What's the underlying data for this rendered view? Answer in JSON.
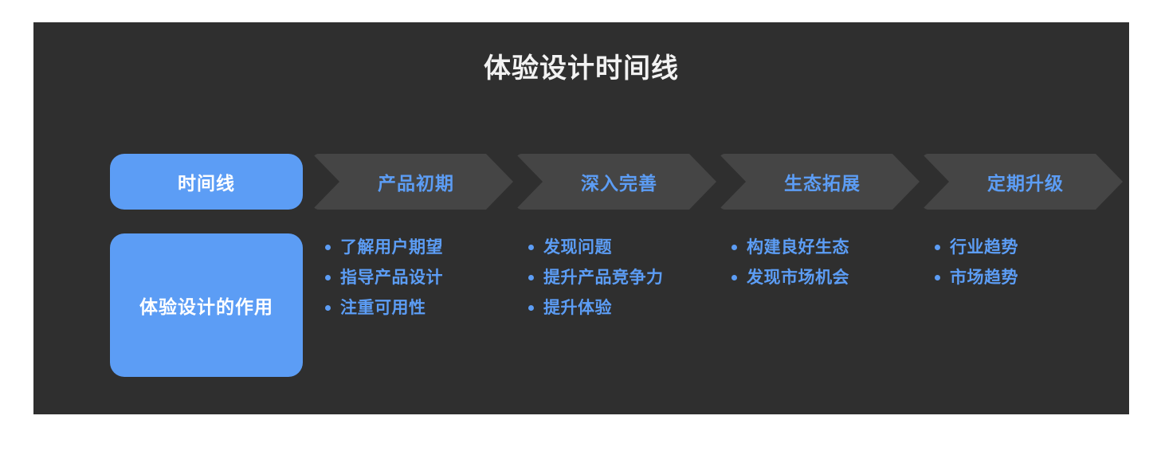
{
  "page": {
    "background_color": "#ffffff",
    "panel_color": "#2f2f2f",
    "accent_color": "#5c9df5",
    "chevron_color": "#454545",
    "title_color": "#f2f2f2"
  },
  "header": {
    "title": "体验设计时间线"
  },
  "timeline": {
    "steps": [
      {
        "label": "时间线",
        "style": "pill",
        "active": true
      },
      {
        "label": "产品初期",
        "style": "chevron",
        "active": false
      },
      {
        "label": "深入完善",
        "style": "chevron",
        "active": false
      },
      {
        "label": "生态拓展",
        "style": "chevron",
        "active": false
      },
      {
        "label": "定期升级",
        "style": "chevron",
        "active": false
      }
    ]
  },
  "content": {
    "row_label": "体验设计的作用",
    "columns": [
      {
        "items": [
          "了解用户期望",
          "指导产品设计",
          "注重可用性"
        ]
      },
      {
        "items": [
          "发现问题",
          "提升产品竞争力",
          "提升体验"
        ]
      },
      {
        "items": [
          "构建良好生态",
          "发现市场机会"
        ]
      },
      {
        "items": [
          "行业趋势",
          "市场趋势"
        ]
      }
    ]
  }
}
